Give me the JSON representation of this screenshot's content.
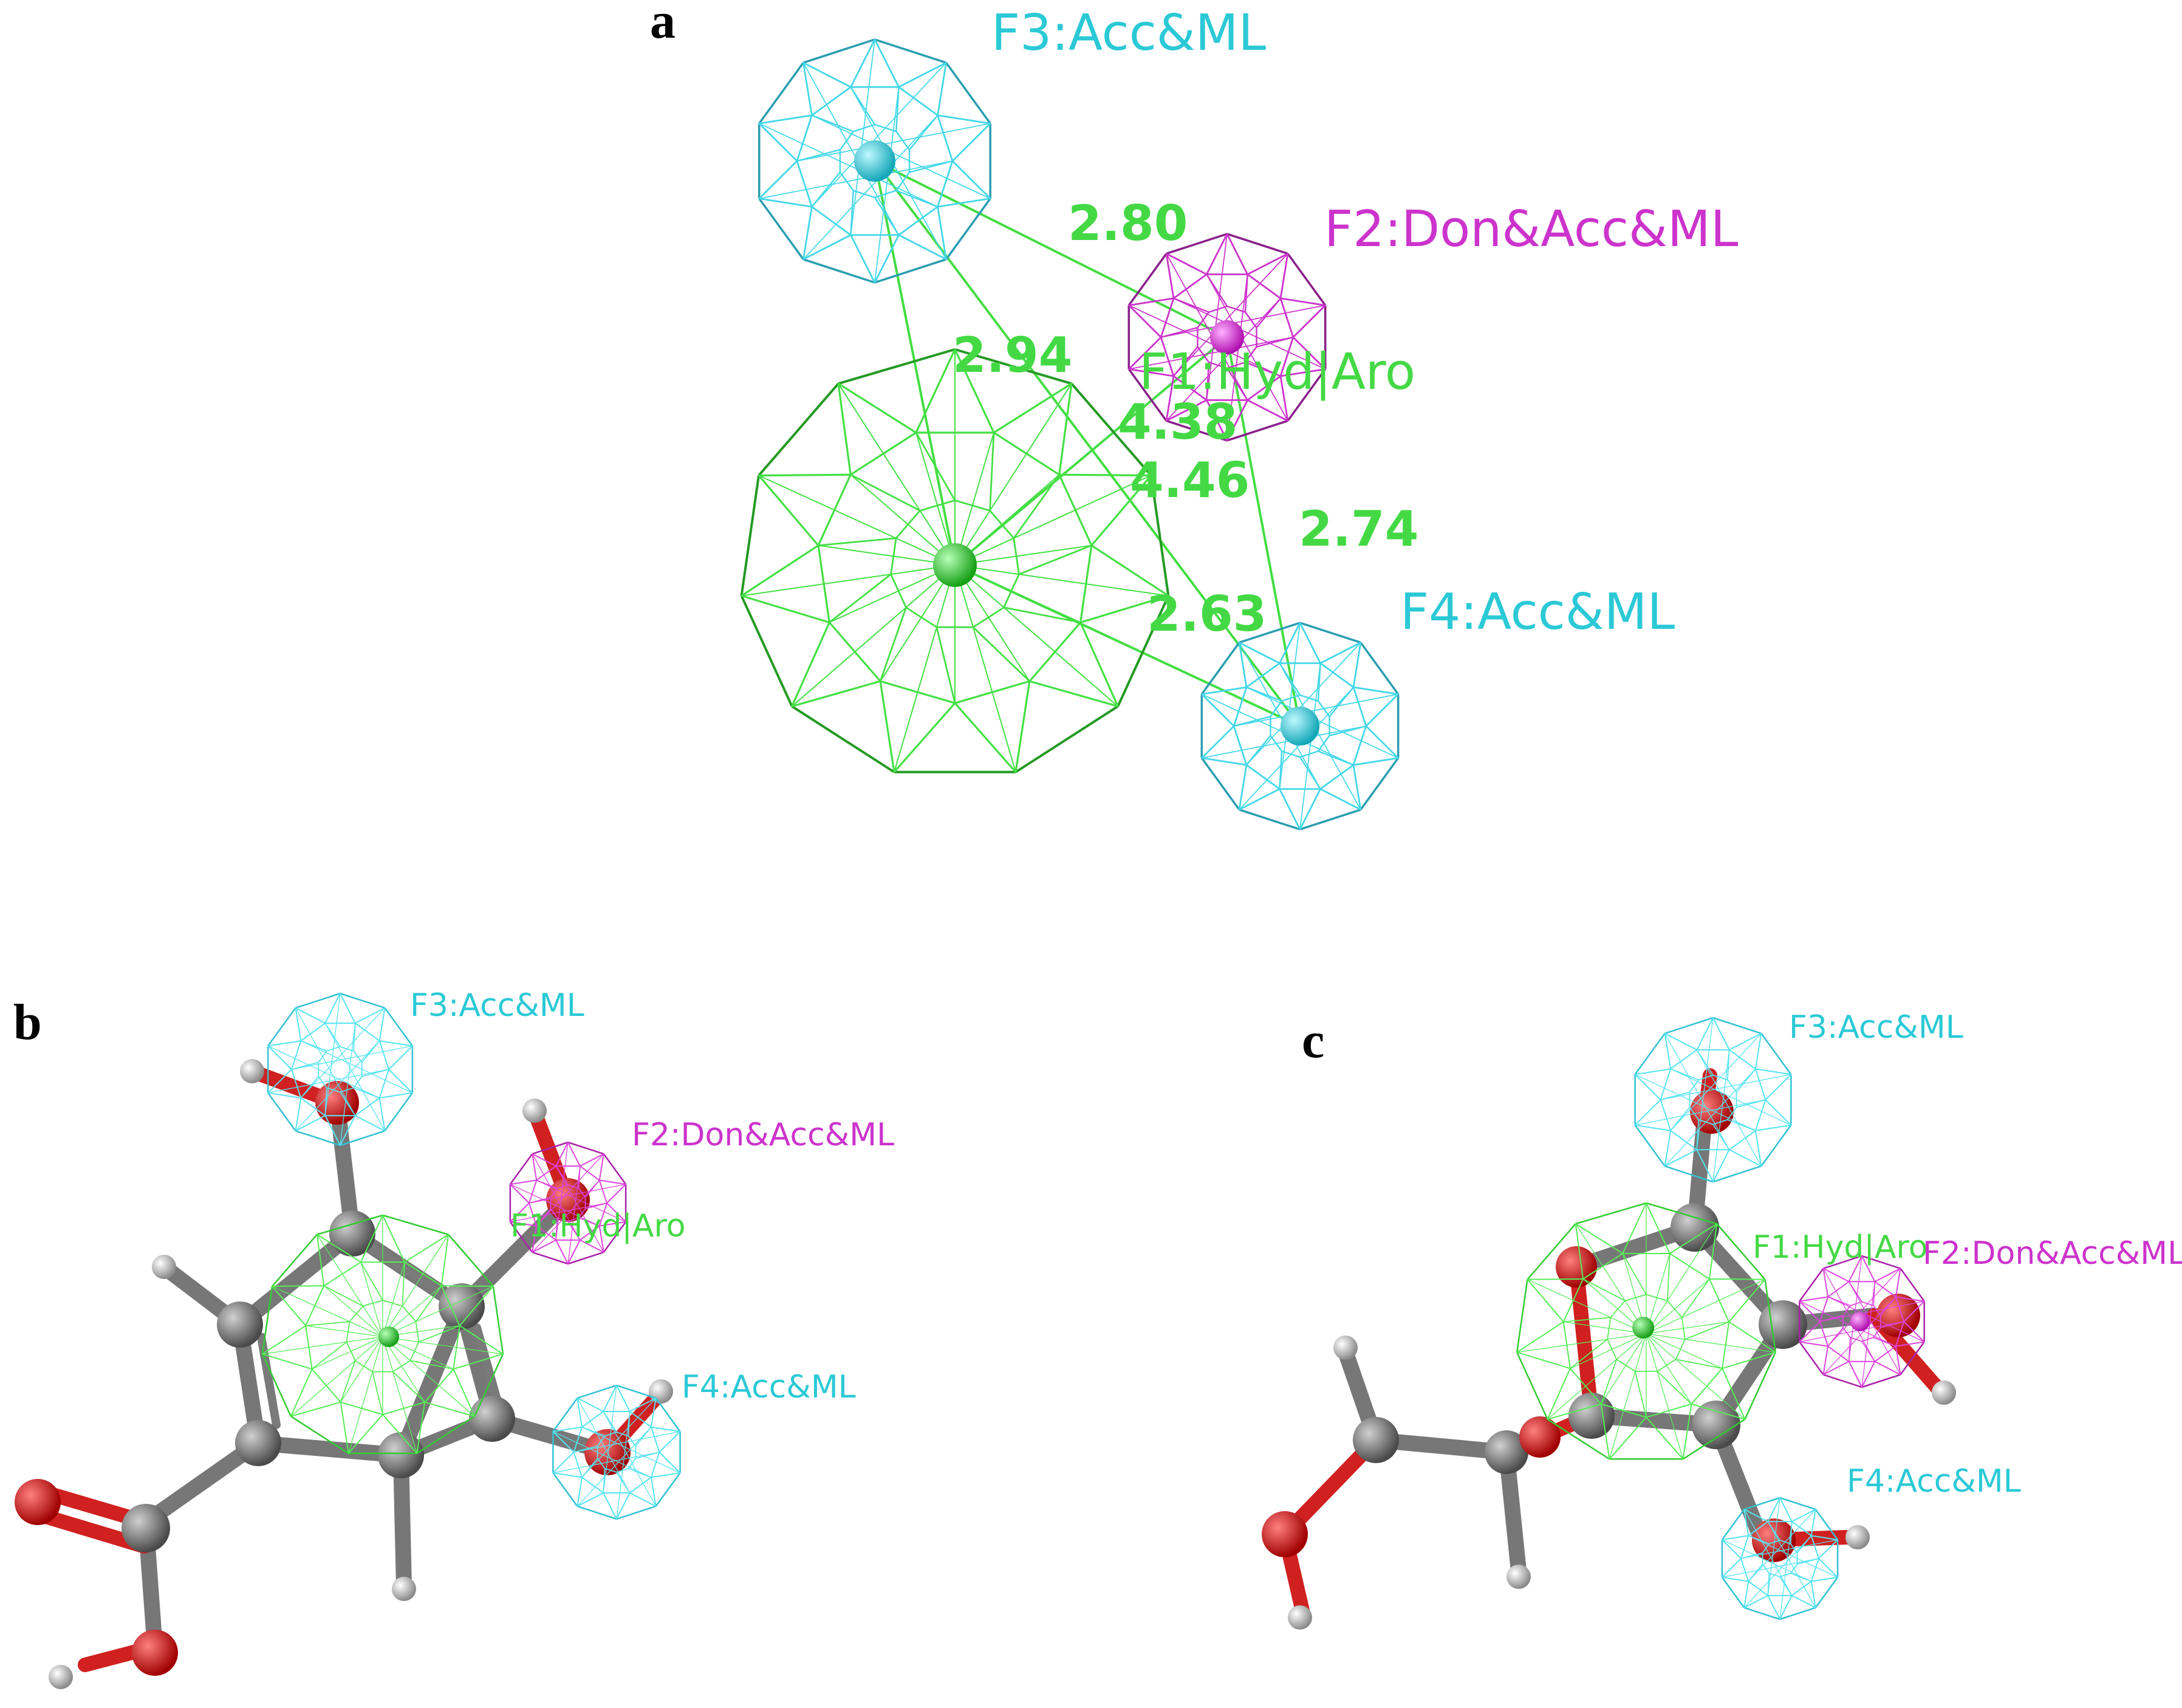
{
  "colors": {
    "acceptor": "#2bc9d6",
    "acceptor_dark": "#2a9eb0",
    "donor": "#cc33cc",
    "donor_dark": "#8a1f8a",
    "hydrophobic": "#33d633",
    "hydrophobic_dark": "#249a24",
    "distance_text": "#44d944",
    "carbon": "#707070",
    "oxygen": "#e01010",
    "hydrogen": "#c8c8c8"
  },
  "panels": [
    {
      "letter": "a",
      "features": [
        {
          "label": "F3:Acc&ML",
          "kind": "acceptor"
        },
        {
          "label": "F2:Don&Acc&ML",
          "kind": "donor"
        },
        {
          "label": "F1:Hyd|Aro",
          "kind": "hydrophobic"
        },
        {
          "label": "F4:Acc&ML",
          "kind": "acceptor"
        }
      ],
      "distances": [
        "2.80",
        "2.94",
        "4.38",
        "4.46",
        "2.74",
        "2.63"
      ]
    },
    {
      "letter": "b",
      "features": [
        {
          "label": "F3:Acc&ML",
          "kind": "acceptor"
        },
        {
          "label": "F2:Don&Acc&ML",
          "kind": "donor"
        },
        {
          "label": "F1:Hyd|Aro",
          "kind": "hydrophobic"
        },
        {
          "label": "F4:Acc&ML",
          "kind": "acceptor"
        }
      ]
    },
    {
      "letter": "c",
      "features": [
        {
          "label": "F3:Acc&ML",
          "kind": "acceptor"
        },
        {
          "label": "F1:Hyd|Aro",
          "kind": "hydrophobic"
        },
        {
          "label": "F2:Don&Acc&ML",
          "kind": "donor"
        },
        {
          "label": "F4:Acc&ML",
          "kind": "acceptor"
        }
      ]
    }
  ]
}
